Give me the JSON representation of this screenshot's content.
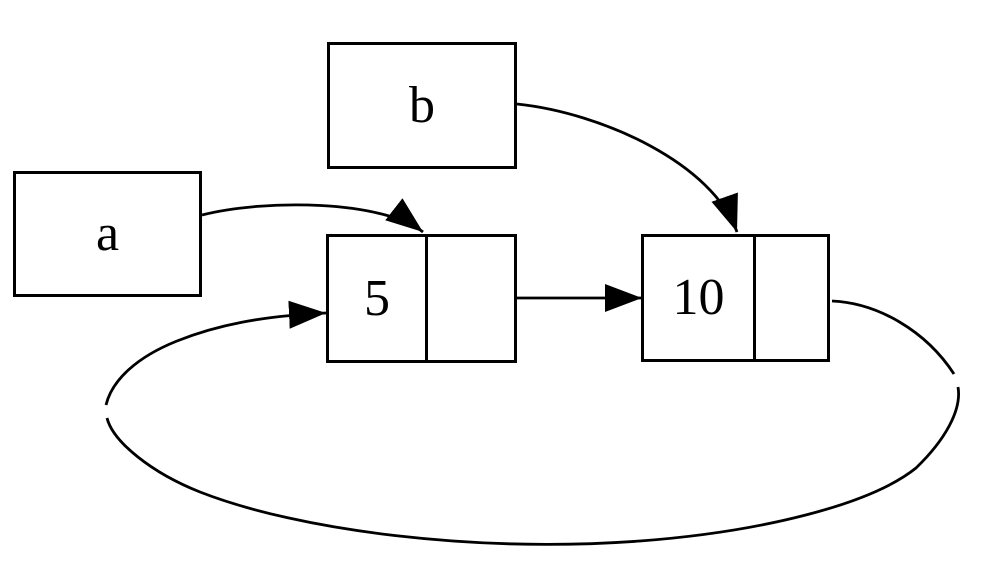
{
  "diagram": {
    "background_color": "#ffffff",
    "line_color": "#000000",
    "variables": [
      {
        "name": "a"
      },
      {
        "name": "b"
      }
    ],
    "cells": [
      {
        "value": "5",
        "pointer_field": ""
      },
      {
        "value": "10",
        "pointer_field": ""
      }
    ],
    "edges": [
      {
        "from": "variable-a",
        "to": "cell-5"
      },
      {
        "from": "variable-b",
        "to": "cell-10"
      },
      {
        "from": "cell-5-next",
        "to": "cell-10"
      },
      {
        "from": "cell-10-next",
        "to": "cell-5"
      }
    ]
  }
}
